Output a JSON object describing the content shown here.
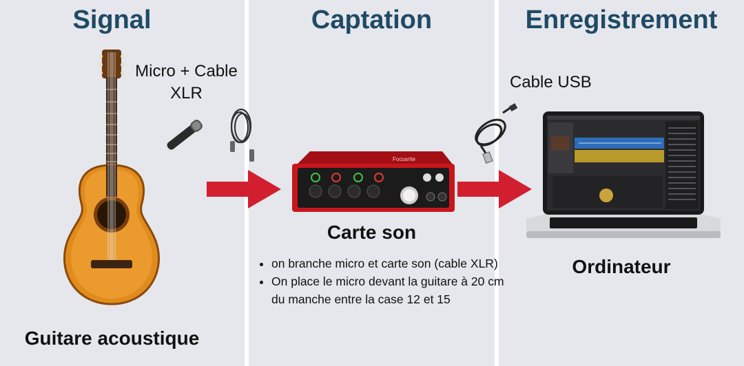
{
  "columns": [
    {
      "heading": "Signal"
    },
    {
      "heading": "Captation"
    },
    {
      "heading": "Enregistrement"
    }
  ],
  "signal": {
    "mic_label_line1": "Micro + Cable",
    "mic_label_line2": "XLR",
    "guitar_label": "Guitare acoustique"
  },
  "captation": {
    "card_label": "Carte son",
    "card_brand": "Focusrite",
    "bullets": [
      "on branche micro et carte son (cable XLR)",
      "On place le micro devant la guitare à 20 cm du manche entre la case 12 et 15"
    ]
  },
  "recording": {
    "usb_label": "Cable USB",
    "computer_label": "Ordinateur"
  },
  "colors": {
    "background": "#e6e7ec",
    "heading": "#1f4a66",
    "arrow": "#d11f2f",
    "interface_red": "#c8161d",
    "guitar_body": "#e08b1c"
  },
  "icons": [
    "acoustic-guitar-icon",
    "microphone-icon",
    "xlr-cable-icon",
    "sound-card-icon",
    "usb-cable-icon",
    "laptop-icon",
    "arrow-right-icon"
  ]
}
